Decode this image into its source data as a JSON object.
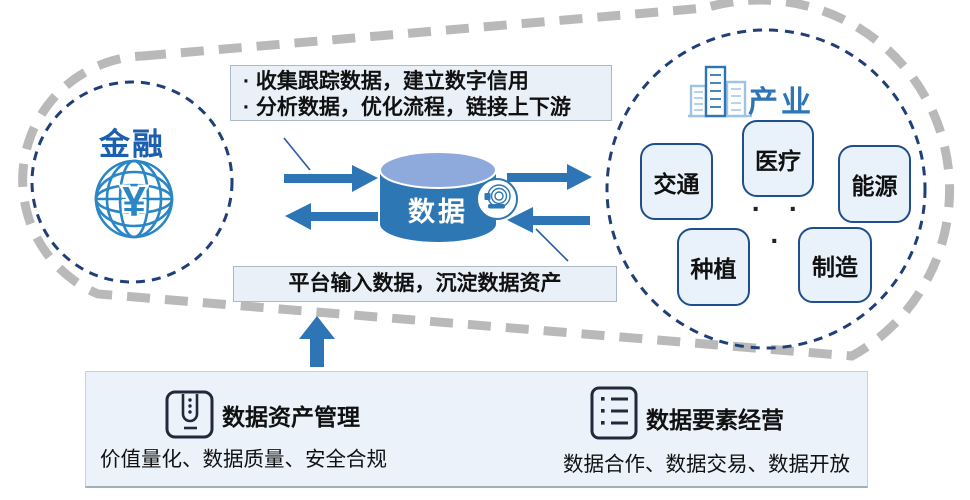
{
  "colors": {
    "accent": "#2e75b6",
    "navy": "#1f3f7a",
    "gray_dash": "#b9b9b9",
    "panel_bg": "#ebf2f9",
    "note_bg": "#e9f0f8",
    "cylinder_top": "#8ea9dc",
    "cylinder_body": "#2e77b5"
  },
  "finance": {
    "label": "金融",
    "currency_symbol": "¥"
  },
  "data_hub": {
    "label": "数据"
  },
  "industry": {
    "label": "产业",
    "sectors": [
      "交通",
      "医疗",
      "能源",
      "种植",
      "制造"
    ],
    "ellipsis": "· · ·"
  },
  "top_note": {
    "line1": "· 收集跟踪数据，建立数字信用",
    "line2": "· 分析数据，优化流程，链接上下游"
  },
  "bottom_note": {
    "text": "平台输入数据，沉淀数据资产"
  },
  "bottom_panel": {
    "asset_mgmt": {
      "title": "数据资产管理",
      "subtitle": "价值量化、数据质量、安全合规"
    },
    "element_ops": {
      "title": "数据要素经营",
      "subtitle": "数据合作、数据交易、数据开放"
    }
  }
}
